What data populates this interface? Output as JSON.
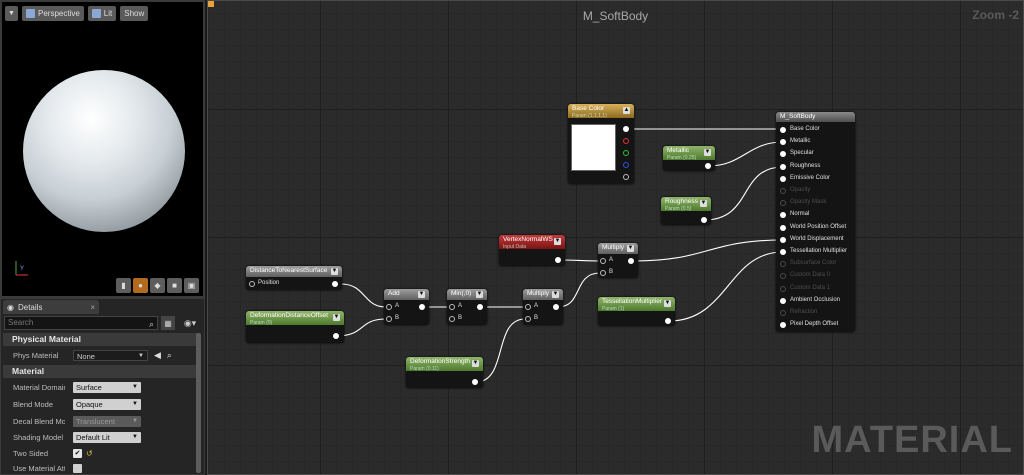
{
  "viewport": {
    "perspective_label": "Perspective",
    "lit_label": "Lit",
    "show_label": "Show",
    "axis_y": "Y",
    "axis_x": "X"
  },
  "details": {
    "tab_label": "Details",
    "search_placeholder": "Search",
    "physical_material": {
      "title": "Physical Material",
      "phys_material_label": "Phys Material",
      "phys_material_value": "None"
    },
    "material": {
      "title": "Material",
      "domain_label": "Material Domain",
      "domain_value": "Surface",
      "blend_label": "Blend Mode",
      "blend_value": "Opaque",
      "decal_label": "Decal Blend Mode",
      "decal_value": "Translucent",
      "shading_label": "Shading Model",
      "shading_value": "Default Lit",
      "two_sided_label": "Two Sided",
      "two_sided_checked": true,
      "use_attr_label": "Use Material Attr",
      "use_attr_checked": false
    }
  },
  "graph": {
    "title": "M_SoftBody",
    "zoom": "Zoom -2",
    "watermark": "MATERIAL",
    "nodes": {
      "base_color": {
        "title": "Base Color",
        "sub": "Param (1,1,1,1)"
      },
      "metallic": {
        "title": "Metallic",
        "sub": "Param (0.25)"
      },
      "roughness": {
        "title": "Roughness",
        "sub": "Param (0.5)"
      },
      "vertex_normal": {
        "title": "VertexNormalWS",
        "sub": "Input Data"
      },
      "multiply_top": {
        "title": "Multiply",
        "a": "A",
        "b": "B"
      },
      "dist_nearest": {
        "title": "DistanceToNearestSurface",
        "pin": "Position"
      },
      "deform_offset": {
        "title": "DeformationDistanceOffset",
        "sub": "Param (0)"
      },
      "add": {
        "title": "Add",
        "a": "A",
        "b": "B"
      },
      "min": {
        "title": "Min(,0)",
        "a": "A",
        "b": "B"
      },
      "multiply_mid": {
        "title": "Multiply",
        "a": "A",
        "b": "B"
      },
      "tess_mult": {
        "title": "TessellationMultiplier",
        "sub": "Param (1)"
      },
      "deform_strength": {
        "title": "DeformationStrength",
        "sub": "Param (0.11)"
      },
      "result": {
        "title": "M_SoftBody",
        "pins": [
          "Base Color",
          "Metallic",
          "Specular",
          "Roughness",
          "Emissive Color",
          "Opacity",
          "Opacity Mask",
          "Normal",
          "World Position Offset",
          "World Displacement",
          "Tessellation Multiplier",
          "Subsurface Color",
          "Custom Data 0",
          "Custom Data 1",
          "Ambient Occlusion",
          "Refraction",
          "Pixel Depth Offset"
        ],
        "disabled": [
          false,
          false,
          false,
          false,
          false,
          true,
          true,
          false,
          false,
          false,
          false,
          true,
          true,
          true,
          false,
          true,
          false
        ]
      }
    }
  }
}
